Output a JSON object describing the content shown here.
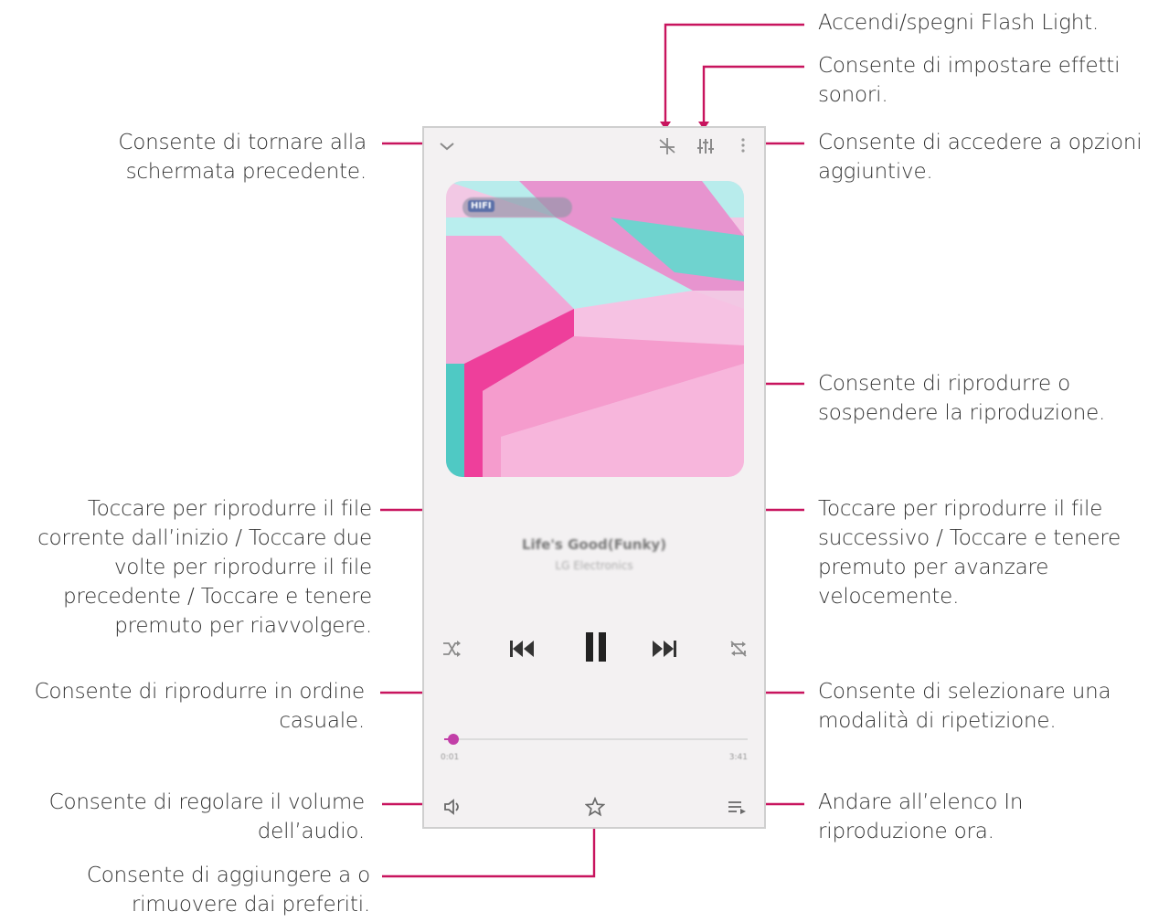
{
  "labels": {
    "flash": [
      "Accendi/spegni Flash Light."
    ],
    "sound_effects": [
      "Consente di impostare effetti",
      "sonori."
    ],
    "options": [
      "Consente di accedere a opzioni",
      "aggiuntive."
    ],
    "back": [
      "Consente di tornare alla",
      "schermata precedente."
    ],
    "play_pause": [
      "Consente di riprodurre o",
      "sospendere la riproduzione."
    ],
    "previous": [
      "Toccare per riprodurre il file",
      "corrente dall’inizio / Toccare due",
      "volte per riprodurre il file",
      "precedente / Toccare e tenere",
      "premuto per riavvolgere."
    ],
    "next": [
      "Toccare per riprodurre il file",
      "successivo / Toccare e tenere",
      "premuto per avanzare",
      "velocemente."
    ],
    "shuffle": [
      "Consente di riprodurre in ordine",
      "casuale."
    ],
    "repeat": [
      "Consente di selezionare una",
      "modalità di ripetizione."
    ],
    "volume": [
      "Consente di regolare il volume",
      "dell’audio."
    ],
    "now_playing": [
      "Andare all’elenco In",
      "riproduzione ora."
    ],
    "favorites": [
      "Consente di aggiungere a o",
      "rimuovere dai preferiti."
    ]
  },
  "player": {
    "hifi_badge": "HIFI",
    "song_title": "Life's Good(Funky)",
    "artist": "LG Electronics",
    "time_elapsed": "0:01",
    "time_total": "3:41",
    "progress": 0.03
  },
  "colors": {
    "accent": "#c8145e",
    "progress": "#c23fa8"
  }
}
